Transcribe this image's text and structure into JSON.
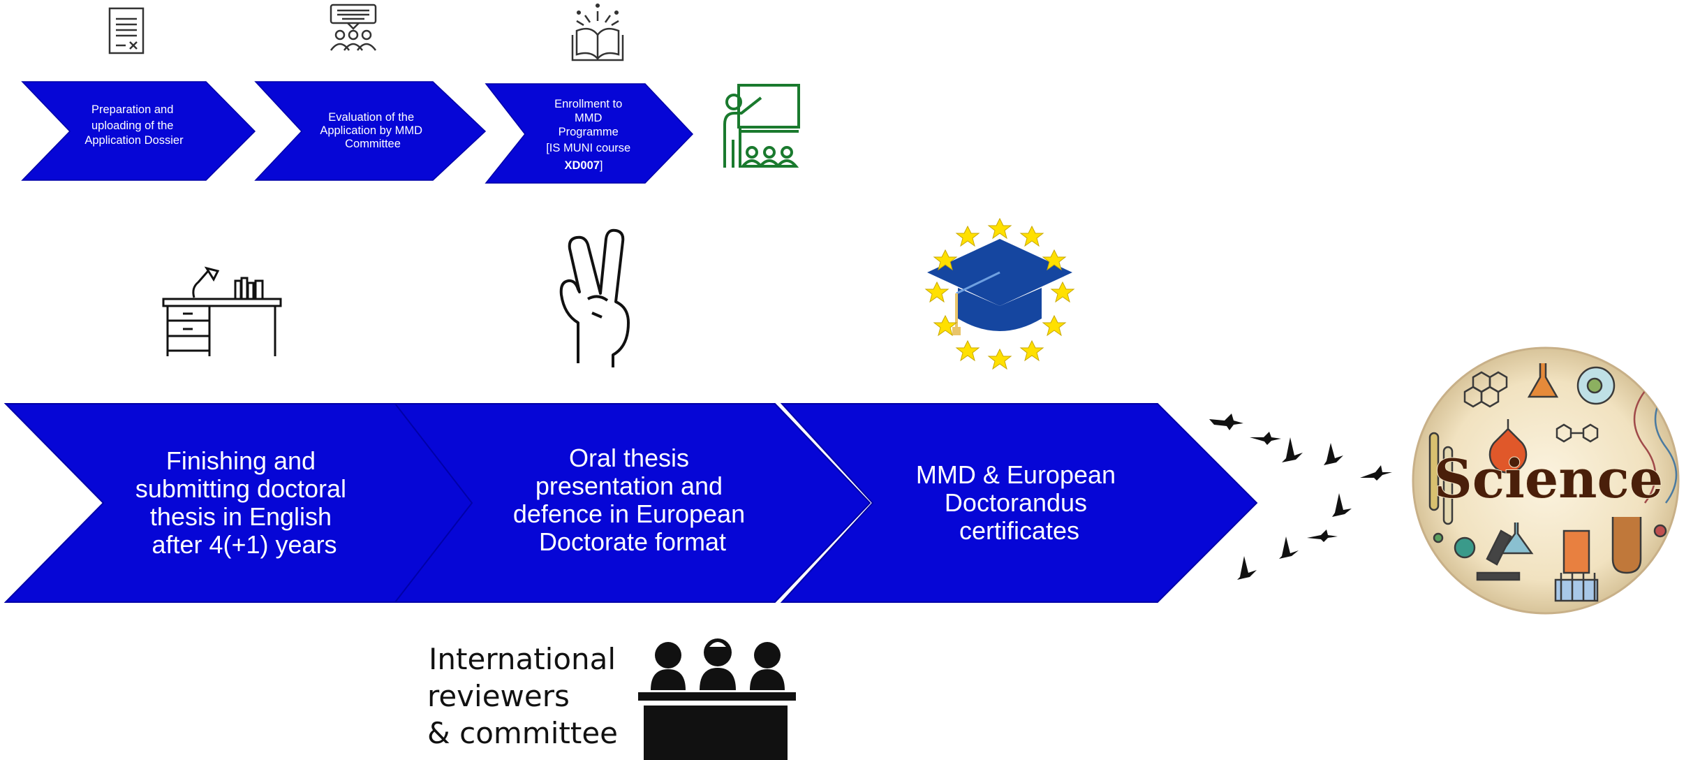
{
  "step1": {
    "lines": [
      "Preparation and",
      "uploading of the",
      "Application Dossier"
    ]
  },
  "step2": {
    "lines": [
      "Evaluation of the",
      "Application by MMD",
      "Committee"
    ]
  },
  "step3": {
    "lines": [
      "Enrollment to",
      "MMD",
      "Programme",
      "[IS MUNI course",
      "XD007",
      "]"
    ]
  },
  "step4": {
    "lines": [
      "Finishing and",
      "submitting doctoral",
      "thesis in English",
      "after 4(+1) years"
    ]
  },
  "step5": {
    "lines": [
      "Oral thesis",
      "presentation and",
      "defence in European",
      "Doctorate format"
    ]
  },
  "step6": {
    "lines": [
      "MMD & European",
      "Doctorandus",
      "certificates"
    ]
  },
  "committee": {
    "lines": [
      "International",
      "reviewers",
      "& committee"
    ]
  },
  "science": {
    "label": "Science"
  },
  "colors": {
    "chevron": "#0606d6",
    "chevron_edge": "#0000a8",
    "green_icon": "#1a7a2e",
    "cap_blue": "#1546a0",
    "star_yellow": "#ffe000",
    "birds": "#111111"
  },
  "icons": [
    "document-icon",
    "presentation-icon",
    "open-book-icon",
    "teacher-icon",
    "desk-icon",
    "victory-hand-icon",
    "graduation-cap-icon",
    "birds-icon",
    "committee-icon",
    "science-badge-icon"
  ]
}
